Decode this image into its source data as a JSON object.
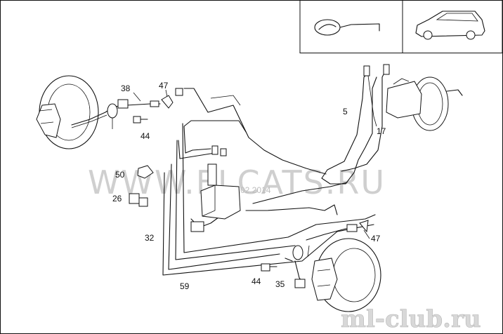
{
  "labels": {
    "p38": "38",
    "p47a": "47",
    "p44a": "44",
    "p50": "50",
    "p26": "26",
    "p32": "32",
    "p59": "59",
    "p5": "5",
    "p17": "17",
    "p47b": "47",
    "p44b": "44",
    "p35": "35"
  },
  "watermark": {
    "main": "WWW.ELCATS.RU",
    "date": "02.2014",
    "site": "ml-club.ru"
  },
  "colors": {
    "ink": "#111111",
    "watermark": "#cfcfcf",
    "background": "#ffffff"
  }
}
